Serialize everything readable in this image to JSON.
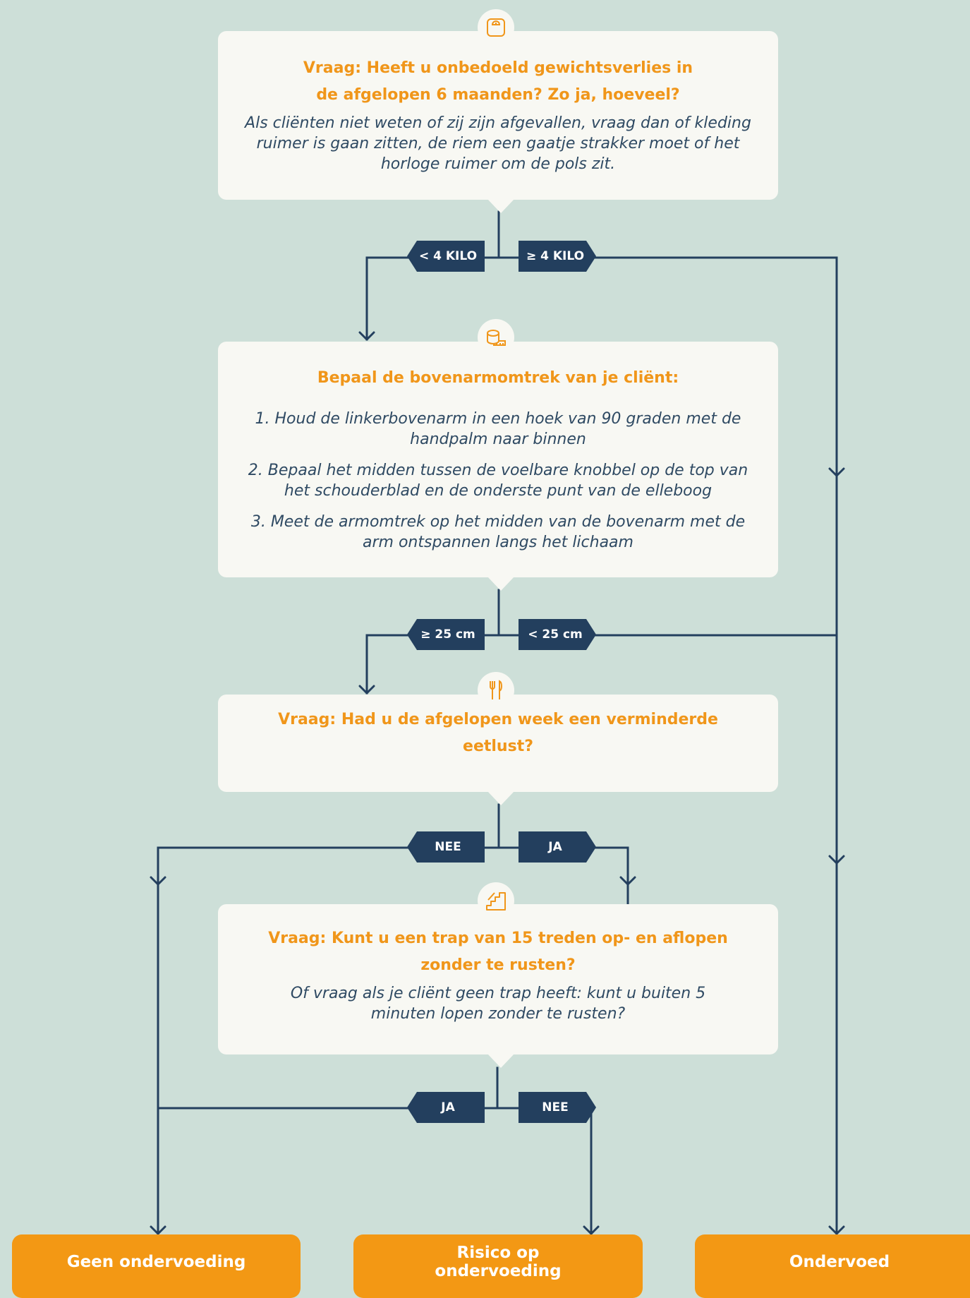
{
  "steps": {
    "weight": {
      "question": "Vraag: Heeft u onbedoeld gewichtsverlies in de afgelopen 6 maanden? Zo ja, hoeveel?",
      "note": "Als cliënten niet weten of zij zijn afgevallen, vraag dan of kleding ruimer is gaan zitten, de riem een gaatje strakker moet of het horloge ruimer om de pols zit.",
      "icon": "scale-icon"
    },
    "arm": {
      "title": "Bepaal de bovenarmomtrek van je cliënt:",
      "items": [
        "1. Houd de linkerbovenarm in een hoek van 90 graden met de handpalm naar binnen",
        "2. Bepaal het midden tussen de voelbare knobbel op de top van het schouderblad en de onderste punt van de elleboog",
        "3. Meet de armomtrek op het midden van de bovenarm met de arm ontspannen langs het lichaam"
      ],
      "icon": "measuring-tape-icon"
    },
    "appetite": {
      "question": "Vraag: Had u de afgelopen week een verminderde eetlust?",
      "icon": "fork-knife-icon"
    },
    "stairs": {
      "question": "Vraag: Kunt u een trap van 15 treden op- en aflopen zonder te rusten?",
      "note": "Of vraag als je cliënt geen trap heeft: kunt u buiten 5 minuten lopen zonder te rusten?",
      "icon": "stairs-icon"
    }
  },
  "branches": {
    "weight": {
      "left": "< 4 KILO",
      "right": "≥ 4 KILO"
    },
    "arm": {
      "left": "≥ 25 cm",
      "right": "< 25 cm"
    },
    "appetite": {
      "left": "NEE",
      "right": "JA"
    },
    "stairs": {
      "left": "JA",
      "right": "NEE"
    }
  },
  "outcomes": {
    "none": "Geen ondervoeding",
    "risk": "Risico op ondervoeding",
    "malnourished": "Ondervoed"
  },
  "colors": {
    "background": "#cddfd8",
    "card": "#f8f8f3",
    "accent": "#f0961a",
    "navy": "#233f5e",
    "text": "#2f4a63"
  }
}
